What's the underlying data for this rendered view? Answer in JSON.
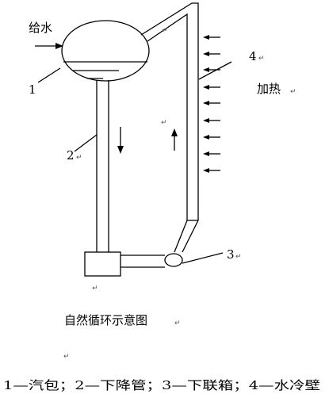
{
  "labels": {
    "feedwater": "给水",
    "heating": "加热",
    "num1": "1",
    "num2": "2",
    "num3": "3",
    "num4": "4"
  },
  "caption": "自然循环示意图",
  "legend": "1—汽包；2—下降管；3—下联箱；4—水冷壁",
  "paragraph_mark": "↵"
}
